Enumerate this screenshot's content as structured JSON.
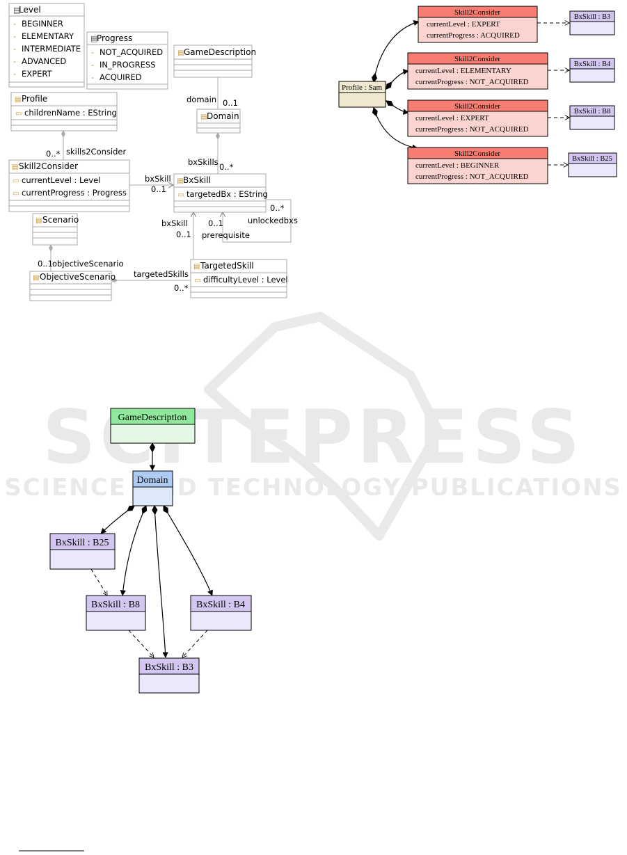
{
  "metamodel": {
    "enums": [
      {
        "name": "Level",
        "literals": [
          "BEGINNER",
          "ELEMENTARY",
          "INTERMEDIATE",
          "ADVANCED",
          "EXPERT"
        ]
      },
      {
        "name": "Progress",
        "literals": [
          "NOT_ACQUIRED",
          "IN_PROGRESS",
          "ACQUIRED"
        ]
      }
    ],
    "classes": {
      "game_description": {
        "name": "GameDescription"
      },
      "profile": {
        "name": "Profile",
        "attrs": [
          "childrenName : EString"
        ]
      },
      "domain": {
        "name": "Domain"
      },
      "skill2consider": {
        "name": "Skill2Consider",
        "attrs": [
          "currentLevel : Level",
          "currentProgress : Progress"
        ]
      },
      "bxskill": {
        "name": "BxSkill",
        "attrs": [
          "targetedBx : EString"
        ]
      },
      "scenario": {
        "name": "Scenario"
      },
      "objective_scenario": {
        "name": "ObjectiveScenario"
      },
      "targeted_skill": {
        "name": "TargetedSkill",
        "attrs": [
          "difficultyLevel : Level"
        ]
      }
    },
    "labels": {
      "domain_role": "domain",
      "domain_mult": "0..1",
      "skills2consider_mult": "0..*",
      "skills2consider_role": "skills2Consider",
      "bxskills_role": "bxSkills",
      "bxskills_mult": "0..*",
      "bxskill_role": "bxSkill",
      "bxskill_mult": "0..1",
      "unlockedbxs_mult": "0..*",
      "unlockedbxs_role": "unlockedbxs",
      "prereq_mult": "0..1",
      "prereq_role": "prerequisite",
      "ts_bxskill_role": "bxSkill",
      "ts_bxskill_mult": "0..1",
      "objective_mult": "0..1",
      "objective_role": "objectiveScenario",
      "targeted_role": "targetedSkills",
      "targeted_mult": "0..*"
    }
  },
  "profile_instance": {
    "profile_label": "Profile : Sam",
    "skills": [
      {
        "title": "Skill2Consider",
        "level": "currentLevel : EXPERT",
        "progress": "currentProgress : ACQUIRED",
        "target": "BxSkill : B3"
      },
      {
        "title": "Skill2Consider",
        "level": "currentLevel : ELEMENTARY",
        "progress": "currentProgress : NOT_ACQUIRED",
        "target": "BxSkill : B4"
      },
      {
        "title": "Skill2Consider",
        "level": "currentLevel : EXPERT",
        "progress": "currentProgress : NOT_ACQUIRED",
        "target": "BxSkill : B8"
      },
      {
        "title": "Skill2Consider",
        "level": "currentLevel : BEGINNER",
        "progress": "currentProgress : NOT_ACQUIRED",
        "target": "BxSkill : B25"
      }
    ]
  },
  "domain_instance": {
    "game_description": "GameDescription",
    "domain": "Domain",
    "b25": "BxSkill : B25",
    "b8": "BxSkill : B8",
    "b4": "BxSkill : B4",
    "b3": "BxSkill : B3"
  },
  "watermark": {
    "line1": "SCITEPRESS",
    "line2": "SCIENCE AND TECHNOLOGY PUBLICATIONS"
  },
  "colors": {
    "box_border": "#a7a7a7",
    "enum_fill": "#ffffff",
    "profile_fill": "#efe7cf",
    "skill_header": "#f77d72",
    "skill_body": "#fbd3cf",
    "bx_header": "#d3c7f1",
    "bx_body": "#ece8fb",
    "game_header": "#8fe89b",
    "game_body": "#e3f9e5",
    "domain_header": "#aecbf1",
    "domain_body": "#dde9fa",
    "watermark": "#d8d8d8"
  }
}
